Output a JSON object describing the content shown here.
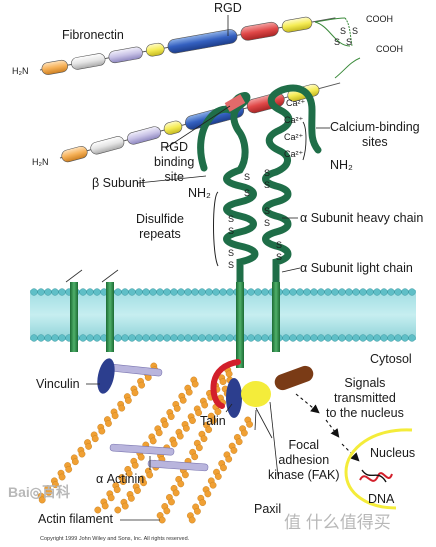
{
  "labels": {
    "rgd": "RGD",
    "fibronectin": "Fibronectin",
    "cooh_top": "COOH",
    "cooh_bottom": "COOH",
    "h2n_top": "H₂N",
    "h2n_bottom": "H₂N",
    "calcium_binding_sites": [
      "Calcium-binding",
      "sites"
    ],
    "rgd_binding_site": [
      "RGD",
      "binding",
      "site"
    ],
    "beta_subunit": "β Subunit",
    "nh2_right": "NH₂",
    "nh2_beta": "NH₂",
    "disulfide_repeats": [
      "Disulfide",
      "repeats"
    ],
    "alpha_heavy_chain": "α Subunit heavy chain",
    "alpha_light_chain": "α Subunit light chain",
    "cytosol": "Cytosol",
    "vinculin": "Vinculin",
    "talin": "Talin",
    "signals": [
      "Signals",
      "transmitted",
      "to the nucleus"
    ],
    "fak": [
      "Focal",
      "adhesion",
      "kinase (FAK)"
    ],
    "nucleus": "Nucleus",
    "alpha_actinin": "α Actinin",
    "paxillin": "Paxil",
    "dna": "DNA",
    "actin_filament": "Actin filament",
    "copyright": "Copyright 1999 John Wiley and Sons, Inc. All rights reserved.",
    "ca_labels": [
      "Ca²⁺",
      "Ca²⁺",
      "Ca²⁺",
      "Ca²⁺"
    ],
    "s_labels": [
      "S",
      "S",
      "S",
      "S"
    ],
    "s_beta": [
      "S",
      "S",
      "S",
      "S",
      "S",
      "S"
    ],
    "s_alpha": [
      "S",
      "S",
      "S",
      "S",
      "S",
      "S"
    ]
  },
  "watermarks": {
    "left": "Bai◎百科",
    "right": "值 什么值得买"
  },
  "colors": {
    "membrane_fill": "#8fd3d8",
    "membrane_head": "#5fbfc7",
    "integrin_green": "#1f7a3e",
    "integrin_light": "#3aa35a",
    "actin_orange": "#f0a034",
    "actinin_purple": "#b9b5dd",
    "vinculin_blue": "#2c3e8e",
    "talin_red": "#d21f2b",
    "paxillin_yellow": "#f4ec3a",
    "fak_brown": "#7a3b16"
  }
}
